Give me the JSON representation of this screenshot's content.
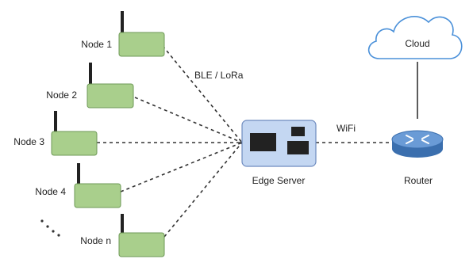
{
  "nodes": [
    {
      "label": "Node 1"
    },
    {
      "label": "Node 2"
    },
    {
      "label": "Node 3"
    },
    {
      "label": "Node 4"
    },
    {
      "label": "Node n"
    }
  ],
  "link_labels": {
    "wireless": "BLE / LoRa",
    "wifi": "WiFi"
  },
  "devices": {
    "edge_server": "Edge Server",
    "router": "Router",
    "cloud": "Cloud"
  },
  "colors": {
    "node_fill": "#a9cf8c",
    "node_stroke": "#6e9a57",
    "server_fill": "#c4d7f2",
    "server_stroke": "#6e8bbf",
    "router_fill": "#4f86c6",
    "cloud_stroke": "#4a90d9",
    "line": "#333333"
  }
}
